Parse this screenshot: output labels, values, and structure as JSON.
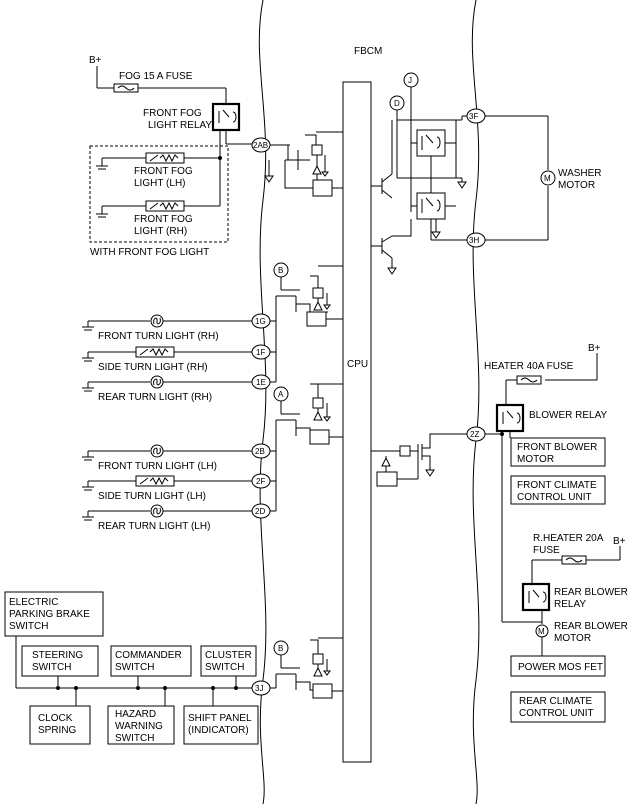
{
  "module_title": "FBCM",
  "cpu_label": "CPU",
  "power": {
    "battery": "B+"
  },
  "fog": {
    "fuse": "FOG 15 A FUSE",
    "relay": [
      "FRONT FOG",
      "LIGHT RELAY"
    ],
    "lamp_lh": [
      "FRONT FOG",
      "LIGHT (LH)"
    ],
    "lamp_rh": [
      "FRONT FOG",
      "LIGHT (RH)"
    ],
    "group": "WITH FRONT FOG LIGHT"
  },
  "terminals": {
    "t2ab": "2AB",
    "t1g": "1G",
    "t1f": "1F",
    "t1e": "1E",
    "t2b": "2B",
    "t2f": "2F",
    "t2d": "2D",
    "t3j": "3J",
    "t3f": "3F",
    "t3h": "3H",
    "t2z": "2Z"
  },
  "markers": {
    "j": "J",
    "d": "D",
    "b": "B",
    "a": "A"
  },
  "turn": {
    "front_rh": "FRONT TURN LIGHT (RH)",
    "side_rh": "SIDE TURN LIGHT (RH)",
    "rear_rh": "REAR TURN LIGHT (RH)",
    "front_lh": "FRONT TURN LIGHT (LH)",
    "side_lh": "SIDE TURN LIGHT (LH)",
    "rear_lh": "REAR TURN LIGHT (LH)"
  },
  "washer": [
    "WASHER",
    "MOTOR"
  ],
  "motor_symbol": "M",
  "heater": {
    "fuse": "HEATER 40A FUSE",
    "blower_relay": "BLOWER RELAY",
    "front_blower": [
      "FRONT BLOWER",
      "MOTOR"
    ],
    "front_climate": [
      "FRONT CLIMATE",
      "CONTROL UNIT"
    ],
    "rheater_fuse": [
      "R.HEATER 20A",
      "FUSE"
    ],
    "rear_relay": [
      "REAR BLOWER",
      "RELAY"
    ],
    "rear_motor": [
      "REAR BLOWER",
      "MOTOR"
    ],
    "power_mos": "POWER MOS FET",
    "rear_climate": [
      "REAR CLIMATE",
      "CONTROL UNIT"
    ]
  },
  "switches": {
    "epb": [
      "ELECTRIC",
      "PARKING BRAKE",
      "SWITCH"
    ],
    "steering": [
      "STEERING",
      "SWITCH"
    ],
    "commander": [
      "COMMANDER",
      "SWITCH"
    ],
    "cluster": [
      "CLUSTER",
      "SWITCH"
    ],
    "clock": [
      "CLOCK",
      "SPRING"
    ],
    "hazard": [
      "HAZARD",
      "WARNING",
      "SWITCH"
    ],
    "shift": [
      "SHIFT PANEL",
      "(INDICATOR)"
    ]
  }
}
